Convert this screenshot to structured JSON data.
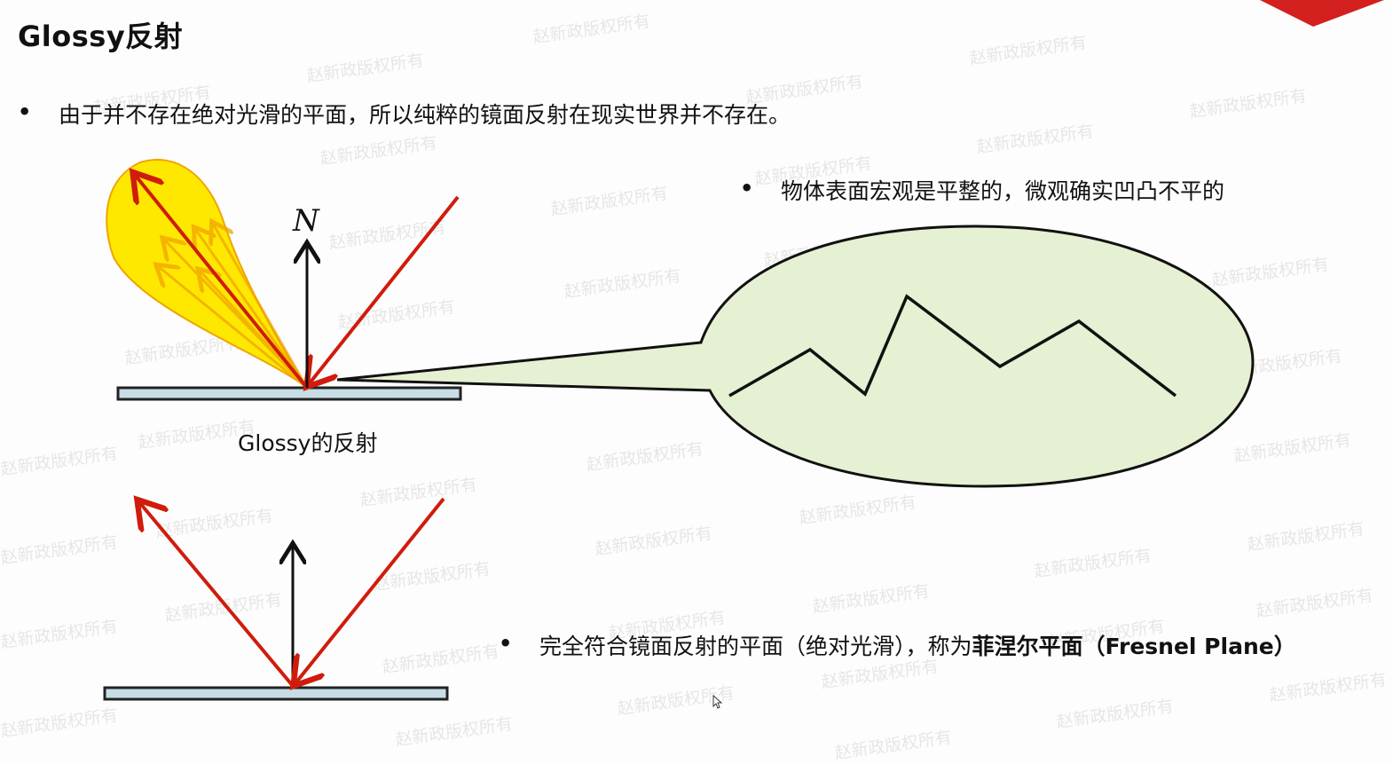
{
  "slide": {
    "title": "Glossy反射",
    "bullet_1": "由于并不存在绝对光滑的平面，所以纯粹的镜面反射在现实世界并不存在。",
    "bullet_2": "物体表面宏观是平整的，微观确实凹凸不平的",
    "bullet_3_prefix": "完全符合镜面反射的平面（绝对光滑），称为",
    "bullet_3_bold": "菲涅尔平面（Fresnel Plane）",
    "bullet_marker": "•"
  },
  "diagram": {
    "normal_label": "N",
    "glossy_caption": "Glossy的反射"
  },
  "watermark": {
    "text": "赵新政版权所有"
  },
  "colors": {
    "arrow_red": "#d01c0c",
    "lobe_yellow": "#ffe800",
    "lobe_orange": "#f0a400",
    "bubble_green": "#e6f0d2",
    "surface_blue": "#c8dde6",
    "corner_red": "#d41f1f"
  }
}
